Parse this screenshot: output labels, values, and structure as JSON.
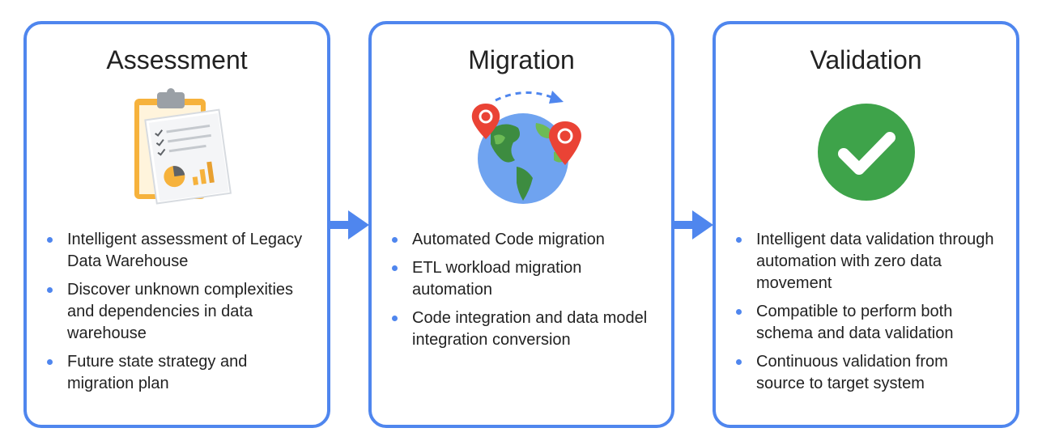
{
  "colors": {
    "border": "#4f86ee",
    "bullet": "#4f86ee",
    "arrow": "#4f86ee",
    "check_circle": "#34a853",
    "pin": "#ea4335"
  },
  "stages": [
    {
      "title": "Assessment",
      "icon": "clipboard-icon",
      "bullets": [
        "Intelligent assessment of Legacy Data Warehouse",
        "Discover unknown complexities and dependencies in data warehouse",
        "Future state strategy and migration plan"
      ]
    },
    {
      "title": "Migration",
      "icon": "globe-icon",
      "bullets": [
        "Automated Code migration",
        "ETL workload migration automation",
        "Code integration and data model integration conversion"
      ]
    },
    {
      "title": "Validation",
      "icon": "checkmark-icon",
      "bullets": [
        "Intelligent  data validation through automation with zero data movement",
        "Compatible to perform both schema and data validation",
        "Continuous validation from source to target system"
      ]
    }
  ]
}
